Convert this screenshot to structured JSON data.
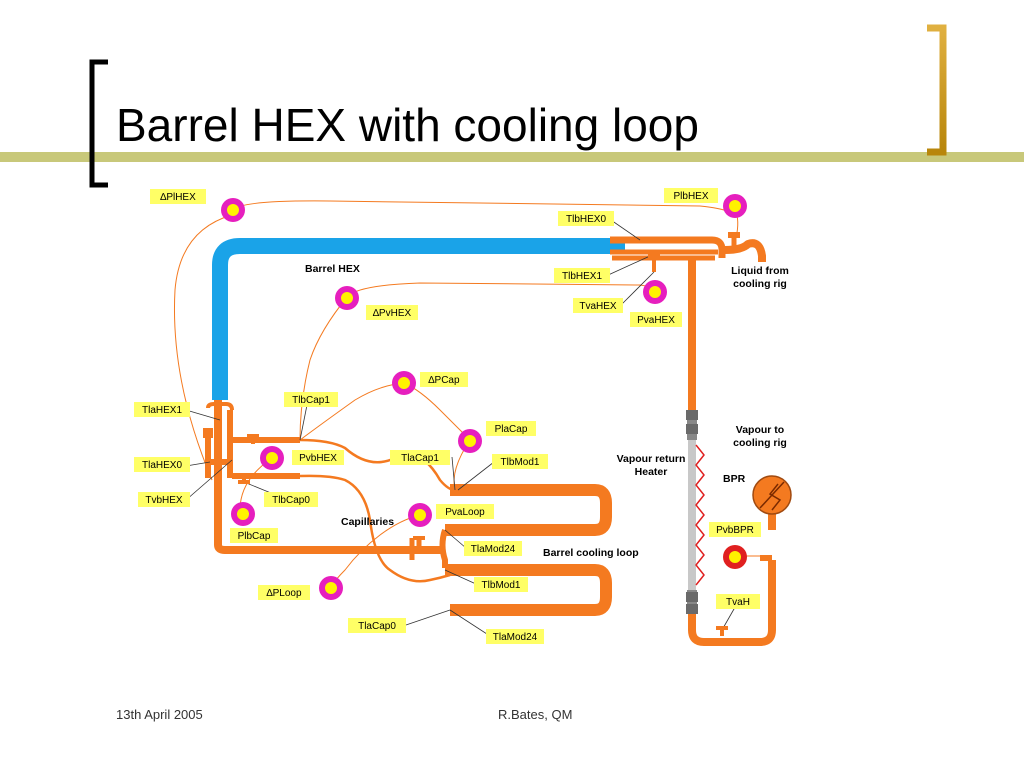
{
  "slide": {
    "title": "Barrel HEX with cooling loop",
    "footer_date": "13th April 2005",
    "footer_author": "R.Bates, QM"
  },
  "diagram": {
    "section_labels": {
      "barrel_hex": "Barrel HEX",
      "liquid_from_line1": "Liquid from",
      "liquid_from_line2": "cooling rig",
      "vapour_to_line1": "Vapour to",
      "vapour_to_line2": "cooling rig",
      "vapour_return_line1": "Vapour return",
      "vapour_return_line2": "Heater",
      "bpr": "BPR",
      "capillaries": "Capillaries",
      "barrel_cooling_loop": "Barrel cooling loop"
    },
    "sensor_labels": {
      "dplhex": "∆PlHEX",
      "plbhex": "PlbHEX",
      "tlbhex0": "TlbHEX0",
      "tlbhex1": "TlbHEX1",
      "tvahex": "TvaHEX",
      "pvahex": "PvaHEX",
      "dpvhex": "∆PvHEX",
      "dpcap": "∆PCap",
      "tlbcap1": "TlbCap1",
      "tlahex1": "TlaHEX1",
      "placap": "PlaCap",
      "pvbhex": "PvbHEX",
      "tlacap1": "TlaCap1",
      "tlbmod1_top": "TlbMod1",
      "tlahex0": "TlaHEX0",
      "tvbhex": "TvbHEX",
      "tlbcap0": "TlbCap0",
      "pvaloop": "PvaLoop",
      "plbcap": "PlbCap",
      "tlamod24_top": "TlaMod24",
      "pvbbpr": "PvbBPR",
      "tlbmod1_bottom": "TlbMod1",
      "dploop": "∆PLoop",
      "tvah": "TvaH",
      "tlacap0": "TlaCap0",
      "tlamod24_bottom": "TlaMod24"
    },
    "colors": {
      "pipe_orange": "#f47a20",
      "pipe_blue": "#1aa3e8",
      "sensor_magenta": "#e61fbe",
      "sensor_yellow": "#fff200",
      "label_yellow": "#ffff66",
      "bracket_gold": "#d4a017",
      "title_bar": "#c8c87a"
    }
  }
}
